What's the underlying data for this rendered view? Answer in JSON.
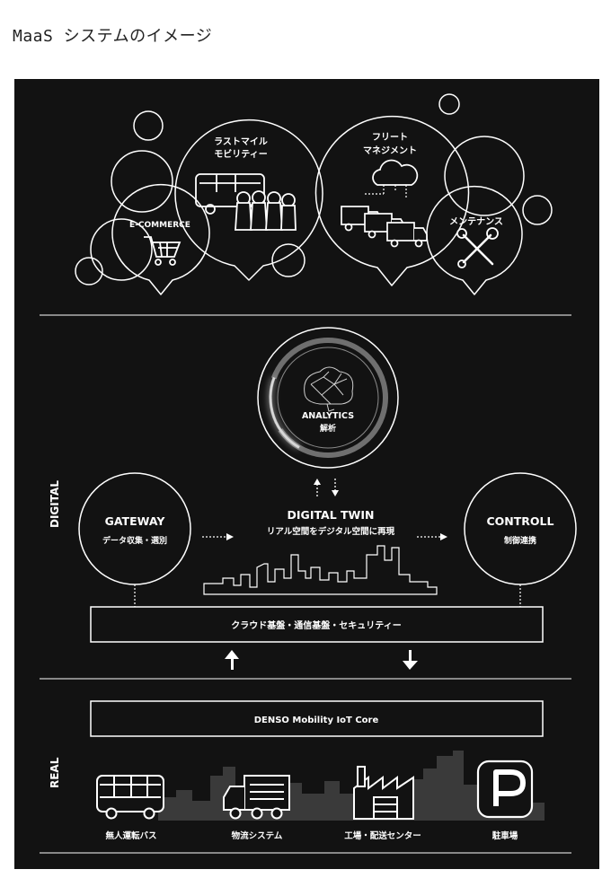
{
  "page_title": "MaaS システムのイメージ",
  "services": {
    "ecommerce": "E-COMMERCE",
    "last_mile_1": "ラストマイル",
    "last_mile_2": "モビリティー",
    "fleet_1": "フリート",
    "fleet_2": "マネジメント",
    "maintenance": "メンテナンス"
  },
  "digital": {
    "section_label": "DIGITAL",
    "analytics_en": "ANALYTICS",
    "analytics_ja": "解析",
    "gateway_en": "GATEWAY",
    "gateway_ja": "データ収集・選別",
    "twin_en": "DIGITAL TWIN",
    "twin_ja": "リアル空間をデジタル空間に再現",
    "control_en": "CONTROLL",
    "control_ja": "制御連携",
    "infra": "クラウド基盤・通信基盤・セキュリティー"
  },
  "real": {
    "section_label": "REAL",
    "core": "DENSO Mobility IoT Core",
    "items": [
      "無人運転バス",
      "物流システム",
      "工場・配送センター",
      "駐車場"
    ]
  },
  "colors": {
    "panel": "#121212",
    "line": "#ffffff",
    "accent_gray": "#9a9a9a"
  }
}
